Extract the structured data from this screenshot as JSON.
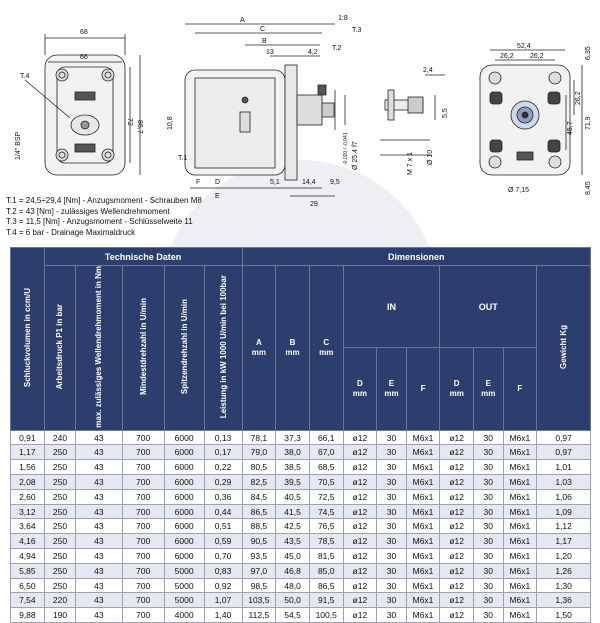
{
  "drawing": {
    "front": {
      "w_outer": "68",
      "w_inner": "66",
      "h_outer": "86,7",
      "h_inner": "72",
      "port": "1/4\" BSP",
      "t4": "T.4"
    },
    "side": {
      "A": "A",
      "C": "C",
      "B": "B",
      "d13": "13",
      "d42": "4,2",
      "d18": "1:8",
      "t3": "T.3",
      "t2": "T.2",
      "t1": "T.1",
      "d108": "10,8",
      "F": "F",
      "D": "D",
      "E": "E",
      "d51": "5,1",
      "d144": "14,4",
      "d95": "9,5",
      "d29": "29",
      "d254": "Ø 25,4 f7",
      "tol": "-0,020 / -0,041"
    },
    "shaft": {
      "d24": "2,4",
      "d55": "5,5",
      "thread": "M 7 x 1",
      "d10": "Ø 10"
    },
    "rear": {
      "d524": "52,4",
      "d262a": "26,2",
      "d262b": "26,2",
      "d635": "6,35",
      "d262c": "26,2",
      "d457": "45,7",
      "d719": "71,9",
      "d845": "8,45",
      "d715": "Ø 7,15"
    }
  },
  "notes": [
    "T.1 = 24,5÷29,4 [Nm] - Anzugsmoment - Schrauben M8",
    "T.2 = 43 [Nm] - zulässiges Wellendrehmoment",
    "T.3 = 11,5 [Nm] - Anzugsmoment - Schlüsselweite 11",
    "T.4 = 6 bar - Drainage Maximaldruck"
  ],
  "table": {
    "group_tech": "Technische Daten",
    "group_dim": "Dimensionen",
    "h_schluck": "Schluckvolumen in ccm/U",
    "h_arbeit": "Arbeitsdruck P1 in bar",
    "h_moment": "max. zulässiges Wellendrehmoment in Nm",
    "h_mind": "Mindestdrehzahl in U/min",
    "h_spitz": "Spitzendrehzahl in U/min",
    "h_leist": "Leistung in kW 1000 U/min bei 100bar",
    "h_in": "IN",
    "h_out": "OUT",
    "h_gewicht": "Gewicht Kg",
    "h_A": "A",
    "h_B": "B",
    "h_C": "C",
    "h_D1": "D",
    "h_E1": "E",
    "h_F1": "F",
    "h_D2": "D",
    "h_E2": "E",
    "h_F2": "F",
    "mm": "mm",
    "rows": [
      [
        "0,91",
        "240",
        "43",
        "700",
        "6000",
        "0,13",
        "78,1",
        "37,3",
        "66,1",
        "ø12",
        "30",
        "M6x1",
        "ø12",
        "30",
        "M6x1",
        "0,97"
      ],
      [
        "1,17",
        "250",
        "43",
        "700",
        "6000",
        "0,17",
        "79,0",
        "38,0",
        "67,0",
        "ø12",
        "30",
        "M6x1",
        "ø12",
        "30",
        "M6x1",
        "0,97"
      ],
      [
        "1,56",
        "250",
        "43",
        "700",
        "6000",
        "0,22",
        "80,5",
        "38,5",
        "68,5",
        "ø12",
        "30",
        "M6x1",
        "ø12",
        "30",
        "M6x1",
        "1,01"
      ],
      [
        "2,08",
        "250",
        "43",
        "700",
        "6000",
        "0,29",
        "82,5",
        "39,5",
        "70,5",
        "ø12",
        "30",
        "M6x1",
        "ø12",
        "30",
        "M6x1",
        "1,03"
      ],
      [
        "2,60",
        "250",
        "43",
        "700",
        "6000",
        "0,36",
        "84,5",
        "40,5",
        "72,5",
        "ø12",
        "30",
        "M6x1",
        "ø12",
        "30",
        "M6x1",
        "1,06"
      ],
      [
        "3,12",
        "250",
        "43",
        "700",
        "6000",
        "0,44",
        "86,5",
        "41,5",
        "74,5",
        "ø12",
        "30",
        "M6x1",
        "ø12",
        "30",
        "M6x1",
        "1,09"
      ],
      [
        "3,64",
        "250",
        "43",
        "700",
        "6000",
        "0,51",
        "88,5",
        "42,5",
        "76,5",
        "ø12",
        "30",
        "M6x1",
        "ø12",
        "30",
        "M6x1",
        "1,12"
      ],
      [
        "4,16",
        "250",
        "43",
        "700",
        "6000",
        "0,59",
        "90,5",
        "43,5",
        "78,5",
        "ø12",
        "30",
        "M6x1",
        "ø12",
        "30",
        "M6x1",
        "1,17"
      ],
      [
        "4,94",
        "250",
        "43",
        "700",
        "6000",
        "0,70",
        "93,5",
        "45,0",
        "81,5",
        "ø12",
        "30",
        "M6x1",
        "ø12",
        "30",
        "M6x1",
        "1,20"
      ],
      [
        "5,85",
        "250",
        "43",
        "700",
        "5000",
        "0,83",
        "97,0",
        "46,8",
        "85,0",
        "ø12",
        "30",
        "M6x1",
        "ø12",
        "30",
        "M6x1",
        "1,26"
      ],
      [
        "6,50",
        "250",
        "43",
        "700",
        "5000",
        "0,92",
        "98,5",
        "48,0",
        "86,5",
        "ø12",
        "30",
        "M6x1",
        "ø12",
        "30",
        "M6x1",
        "1,30"
      ],
      [
        "7,54",
        "220",
        "43",
        "700",
        "5000",
        "1,07",
        "103,5",
        "50,0",
        "91,5",
        "ø12",
        "30",
        "M6x1",
        "ø12",
        "30",
        "M6x1",
        "1,36"
      ],
      [
        "9,88",
        "190",
        "43",
        "700",
        "4000",
        "1,40",
        "112,5",
        "54,5",
        "100,5",
        "ø12",
        "30",
        "M6x1",
        "ø12",
        "30",
        "M6x1",
        "1,50"
      ]
    ]
  }
}
